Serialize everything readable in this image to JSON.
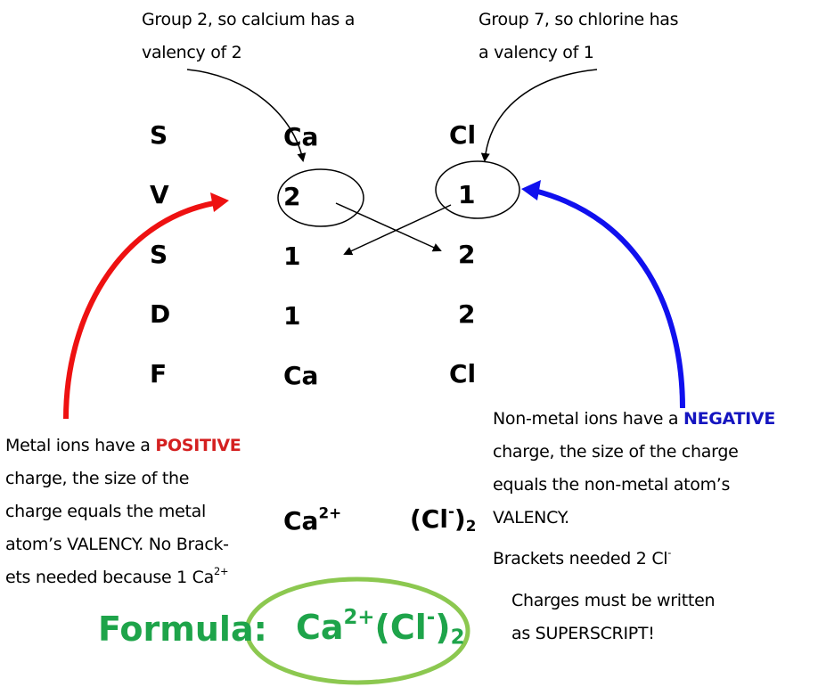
{
  "annotations": {
    "calcium_group": [
      "Group 2, so calcium has a",
      "valency of 2"
    ],
    "chlorine_group": [
      "Group 7, so chlorine has",
      "a valency of 1"
    ]
  },
  "svsdf": {
    "labels": [
      "S",
      "V",
      "S",
      "D",
      "F"
    ],
    "calcium": [
      "Ca",
      "2",
      "1",
      "1",
      "Ca"
    ],
    "chlorine": [
      "Cl",
      "1",
      "2",
      "2",
      "Cl"
    ]
  },
  "ions": {
    "calcium_symbol": "Ca",
    "calcium_charge": "2+",
    "chlorine_open": "(Cl",
    "chlorine_charge": "-",
    "chlorine_close": ")",
    "chlorine_count": "2"
  },
  "metal_note": {
    "lines": [
      "Metal ions have a ",
      "charge, the size of the",
      "charge equals the metal",
      "atom’s VALENCY.  No Brack-",
      "ets needed because  1 Ca"
    ],
    "highlight": "POSITIVE",
    "superscript": "2+"
  },
  "nonmetal_note": {
    "lines": [
      "Non-metal ions have a ",
      "charge, the size of the charge",
      "equals the non-metal atom’s",
      "VALENCY."
    ],
    "highlight": "NEGATIVE",
    "brackets_text": "Brackets needed 2 Cl",
    "brackets_sup": "-"
  },
  "superscript_note": [
    "Charges must be written",
    "as SUPERSCRIPT!"
  ],
  "formula": {
    "label": "Formula:",
    "symbol_ca": "Ca",
    "charge_ca": "2+",
    "symbol_cl": "(Cl",
    "charge_cl": "-",
    "close": ")",
    "count": "2"
  },
  "colors": {
    "positive": "#d42020",
    "negative": "#1515c0",
    "formula_green": "#1ea44a",
    "ellipse_green": "#8cc850",
    "red_arrow": "#ee1111",
    "blue_arrow": "#1010ee"
  }
}
